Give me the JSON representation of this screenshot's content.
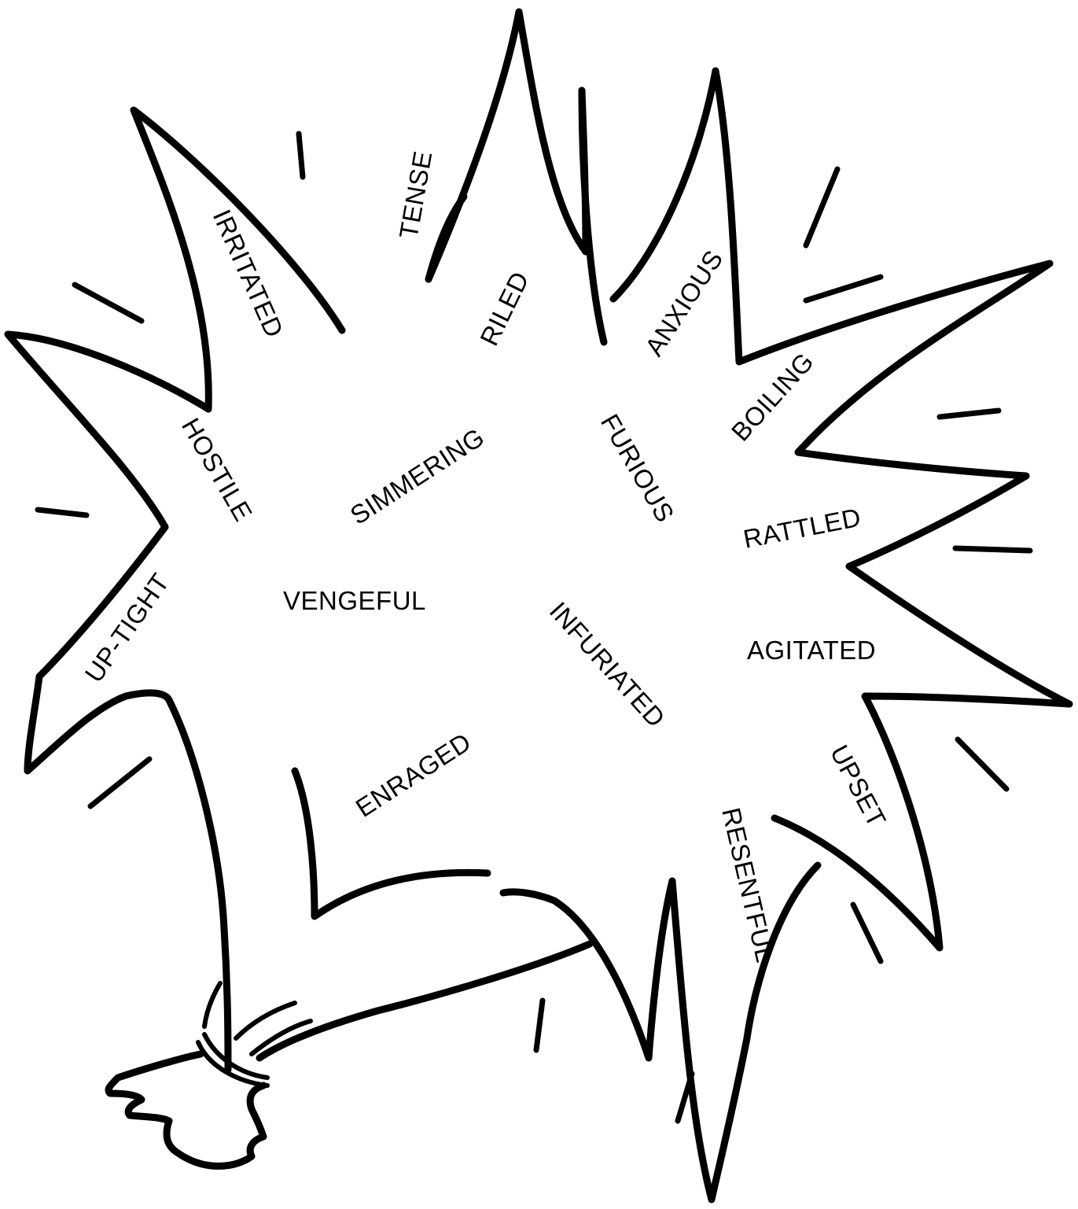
{
  "illustration": {
    "subject": "balloon",
    "words": {
      "tense": "TENSE",
      "irritated": "IRRITATED",
      "riled": "RILED",
      "anxious": "ANXIOUS",
      "boiling": "BOILING",
      "hostile": "HOSTILE",
      "simmering": "SIMMERING",
      "furious": "FURIOUS",
      "rattled": "RATTLED",
      "vengeful": "VENGEFUL",
      "up_tight": "UP-TIGHT",
      "infuriated": "INFURIATED",
      "agitated": "AGITATED",
      "enraged": "ENRAGED",
      "upset": "UPSET",
      "resentful": "RESENTFUL"
    }
  }
}
